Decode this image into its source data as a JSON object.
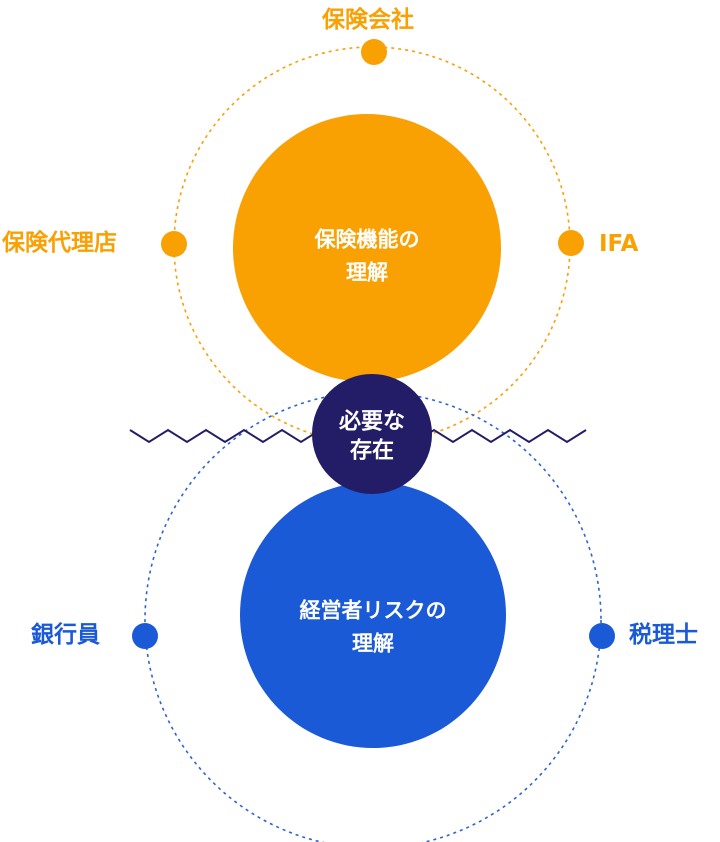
{
  "colors": {
    "orange": "#F9A003",
    "blue": "#1A5AD7",
    "navy": "#231D68",
    "blue_dotted": "#2F64D0"
  },
  "top_group": {
    "center_line1": "保険機能の",
    "center_line2": "理解",
    "nodes": [
      "保険会社",
      "保険代理店",
      "IFA"
    ]
  },
  "middle": {
    "line1": "必要な",
    "line2": "存在"
  },
  "bottom_group": {
    "center_line1": "経営者リスクの",
    "center_line2": "理解",
    "nodes": [
      "銀行員",
      "税理士"
    ]
  }
}
